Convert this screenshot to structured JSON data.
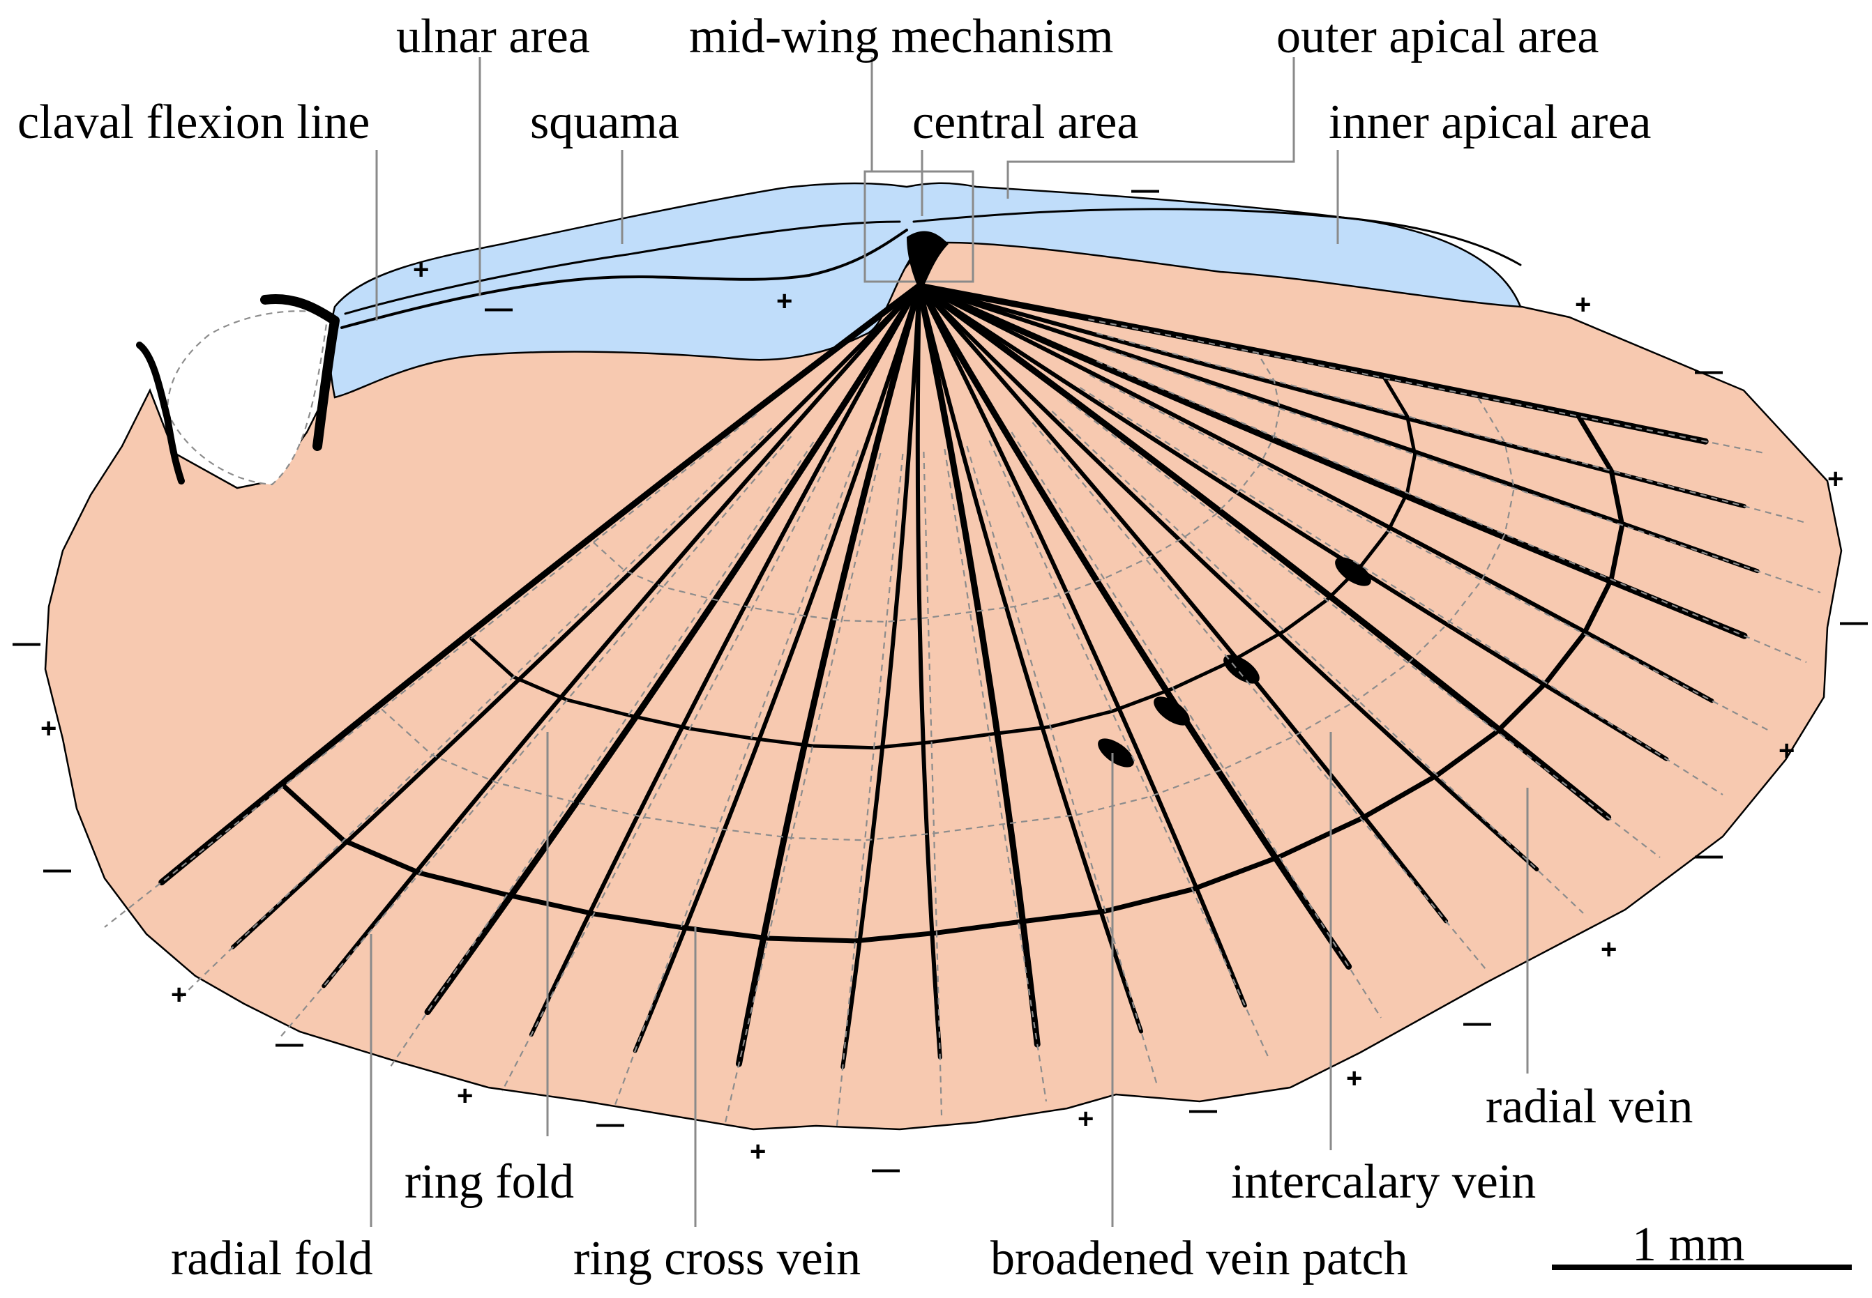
{
  "figure": {
    "labels": {
      "claval_flexion_line": "claval flexion line",
      "ulnar_area": "ulnar area",
      "squama": "squama",
      "mid_wing_mechanism": "mid-wing mechanism",
      "central_area": "central area",
      "outer_apical_area": "outer apical area",
      "inner_apical_area": "inner apical area",
      "radial_vein": "radial vein",
      "intercalary_vein": "intercalary vein",
      "broadened_vein_patch": "broadened vein patch",
      "ring_cross_vein": "ring cross vein",
      "ring_fold": "ring fold",
      "radial_fold": "radial fold"
    },
    "scale_bar": "1 mm",
    "plus_sign": "+",
    "minus_sign": "—",
    "colors": {
      "membrane": "#f7c9b0",
      "squama_area": "#c0ddfa",
      "vein": "#000000",
      "fold_line": "#8c8c8c",
      "leader_line": "#8a8a8a"
    }
  }
}
